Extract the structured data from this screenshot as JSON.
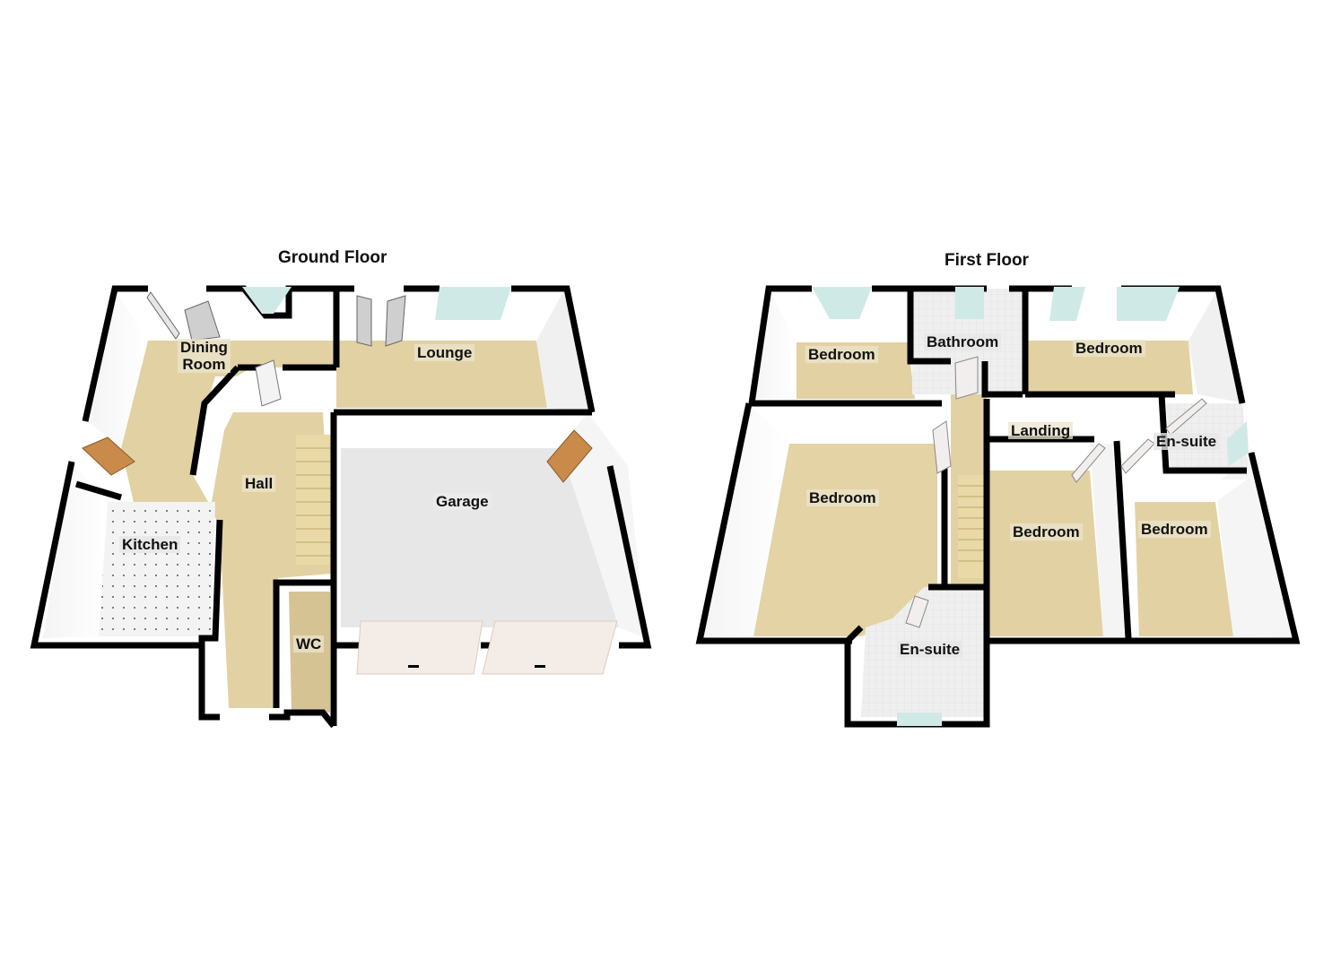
{
  "ground_floor": {
    "title": "Ground Floor",
    "rooms": [
      {
        "name": "Dining Room",
        "line1": "Dining",
        "line2": "Room"
      },
      {
        "name": "Lounge"
      },
      {
        "name": "Hall"
      },
      {
        "name": "Kitchen"
      },
      {
        "name": "Garage"
      },
      {
        "name": "WC"
      }
    ]
  },
  "first_floor": {
    "title": "First Floor",
    "rooms": [
      {
        "name": "Bedroom"
      },
      {
        "name": "Bathroom"
      },
      {
        "name": "Bedroom"
      },
      {
        "name": "Landing"
      },
      {
        "name": "En-suite"
      },
      {
        "name": "Bedroom"
      },
      {
        "name": "Bedroom"
      },
      {
        "name": "Bedroom"
      },
      {
        "name": "En-suite"
      }
    ]
  },
  "colors": {
    "wall": "#000000",
    "carpet": "#e3d3a5",
    "tile": "#eeeeee",
    "garage_floor": "#e6e6e6",
    "window": "#cfe9e6",
    "door_wood": "#c98a4a"
  }
}
